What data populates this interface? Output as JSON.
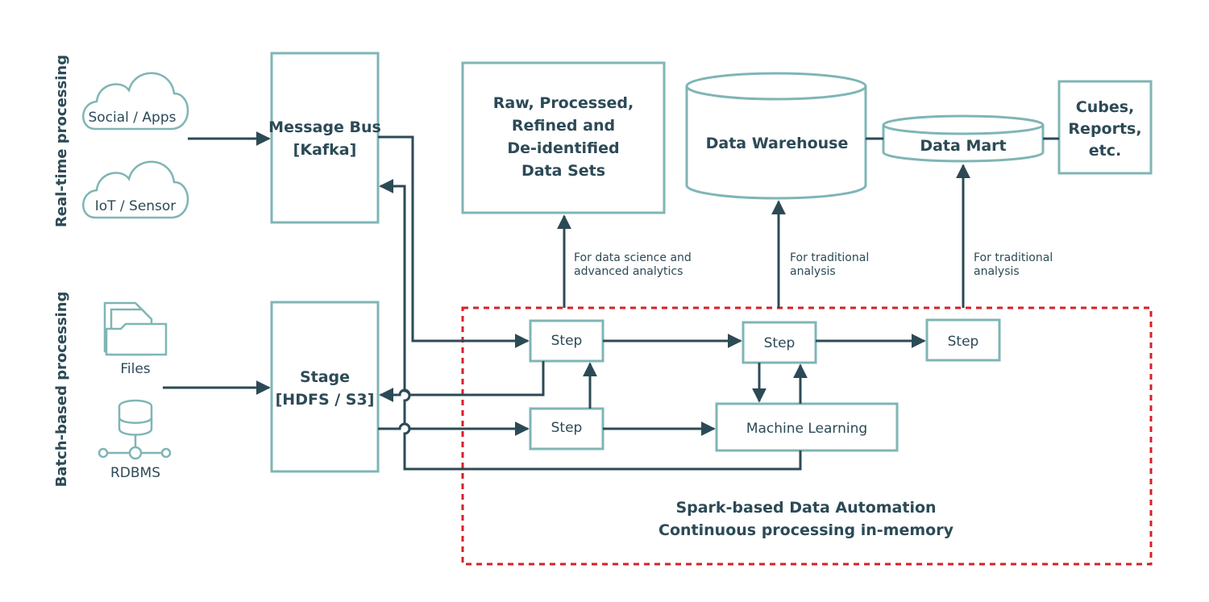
{
  "side_labels": {
    "realtime": "Real-time processing",
    "batch": "Batch-based processing"
  },
  "sources": {
    "social": "Social / Apps",
    "iot": "IoT / Sensor",
    "files": "Files",
    "rdbms": "RDBMS"
  },
  "message_bus": {
    "line1": "Message Bus",
    "line2": "[Kafka]"
  },
  "stage": {
    "line1": "Stage",
    "line2": "[HDFS / S3]"
  },
  "datasets": {
    "line1": "Raw, Processed,",
    "line2": "Refined and",
    "line3": "De-identified",
    "line4": "Data Sets"
  },
  "warehouse": "Data Warehouse",
  "datamart": "Data Mart",
  "cubes": {
    "line1": "Cubes,",
    "line2": "Reports,",
    "line3": "etc."
  },
  "annotations": {
    "science_1": "For data science and",
    "science_2": "advanced analytics",
    "trad1_1": "For traditional",
    "trad1_2": "analysis",
    "trad2_1": "For traditional",
    "trad2_2": "analysis"
  },
  "steps": {
    "step1": "Step",
    "step2": "Step",
    "step3": "Step",
    "step4": "Step",
    "ml": "Machine Learning"
  },
  "spark": {
    "line1": "Spark-based Data Automation",
    "line2": "Continuous processing in-memory"
  },
  "colors": {
    "box_stroke": "#7fb5b5",
    "arrow": "#2c4a56",
    "text": "#2c4a56",
    "spark_border": "#d62027"
  }
}
